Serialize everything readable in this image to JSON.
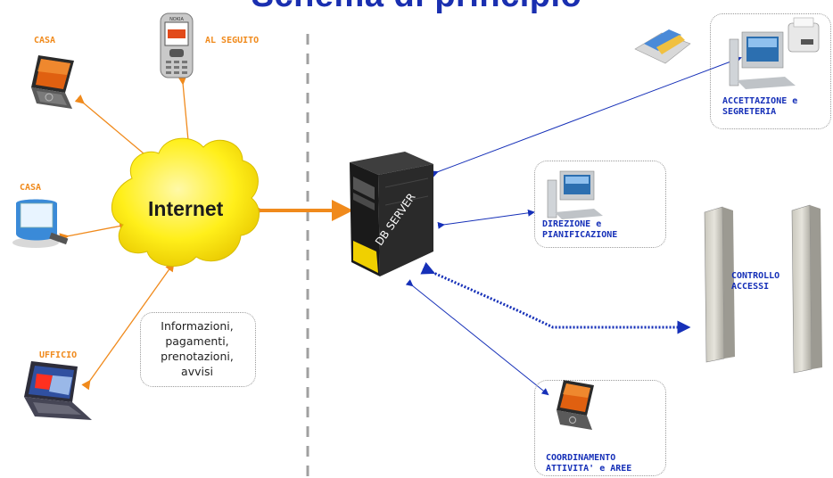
{
  "title": "Schema di principio",
  "labels": {
    "casa_top": "CASA",
    "al_seguito": "AL SEGUITO",
    "casa_mid": "CASA",
    "ufficio": "UFFICIO",
    "internet": "Internet",
    "db_server": "DB SERVER",
    "accettazione_line1": "ACCETTAZIONE e",
    "accettazione_line2": "SEGRETERIA",
    "direzione_line1": "DIREZIONE e",
    "direzione_line2": "PIANIFICAZIONE",
    "controllo_line1": "CONTROLLO",
    "controllo_line2": "ACCESSI",
    "coordinamento_line1": "COORDINAMENTO",
    "coordinamento_line2": "ATTIVITA' e AREE"
  },
  "info_box": {
    "line1": "Informazioni,",
    "line2": "pagamenti,",
    "line3": "prenotazioni,",
    "line4": "avvisi"
  },
  "colors": {
    "title": "#1a2fb0",
    "orange_link": "#f08a1c",
    "blue_link": "#1630b8",
    "cloud": "#ffef1a"
  },
  "icons": [
    "laptop-icon",
    "mobile-phone-icon",
    "imac-icon",
    "internet-cloud-icon",
    "server-icon",
    "workstation-icon",
    "printer-icon",
    "card-reader-icon",
    "access-gate-icon"
  ]
}
